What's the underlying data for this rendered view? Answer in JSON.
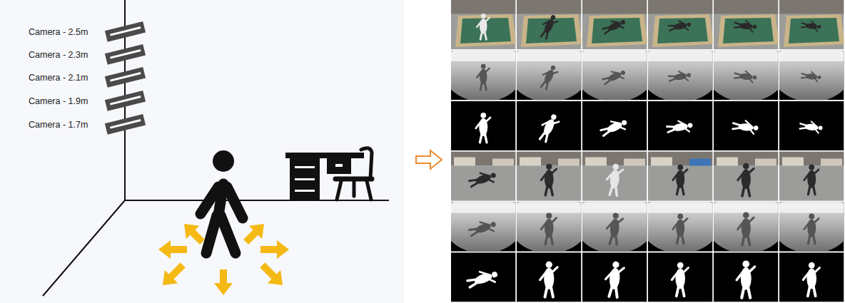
{
  "diagram": {
    "labels": [
      "Camera - 2.5m",
      "Camera - 2.3m",
      "Camera - 2.1m",
      "Camera - 1.9m",
      "Camera - 1.7m"
    ]
  }
}
